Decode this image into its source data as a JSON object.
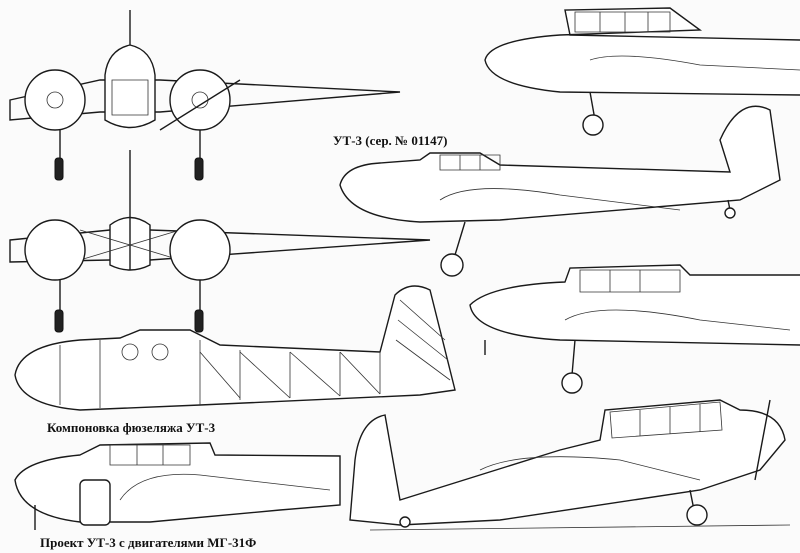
{
  "labels": {
    "serial_variant": "УТ-3 (сер. № 01147)",
    "fuselage_layout": "Компоновка фюзеляжа УТ-3",
    "project_mg31f": "Проект УТ-3 с двигателями МГ-31Ф"
  }
}
